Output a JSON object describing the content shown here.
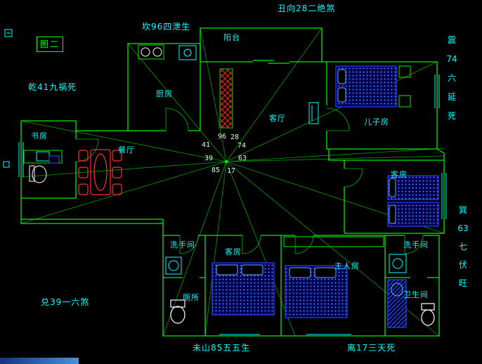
{
  "title": "图二",
  "annotations": {
    "top_left": "坎96四泄生",
    "top_right": "丑向28二绝煞",
    "left_top": "乾41九祸死",
    "left_bottom": "兑39一六煞",
    "right_top": "震\n74\n六\n延\n死",
    "right_bottom": "巽\n63\n七\n伏\n旺",
    "bottom_left": "未山85五五生",
    "bottom_right": "离17三天死"
  },
  "rooms": {
    "balcony": "阳台",
    "kitchen": "厨房",
    "living_room": "客厅",
    "son_room": "儿子房",
    "study": "书房",
    "dining_room": "餐厅",
    "guest_room_right": "客房",
    "washroom_left": "洗手间",
    "guest_room_bottom": "客房",
    "master_room": "主人房",
    "washroom_right": "洗手间",
    "toilet": "厕所",
    "bathroom": "卫生间"
  },
  "center_numbers": {
    "nw": "41",
    "n": "96",
    "nne": "28",
    "ne": "74",
    "w": "39",
    "e": "63",
    "sw": "85",
    "s": "17"
  },
  "colors": {
    "background": "#000000",
    "wall_green": "#00ee00",
    "label_cyan": "#00ffff",
    "furniture_red": "#ff3030",
    "furniture_blue": "#2244ff",
    "fixture_white": "#ffffff"
  }
}
